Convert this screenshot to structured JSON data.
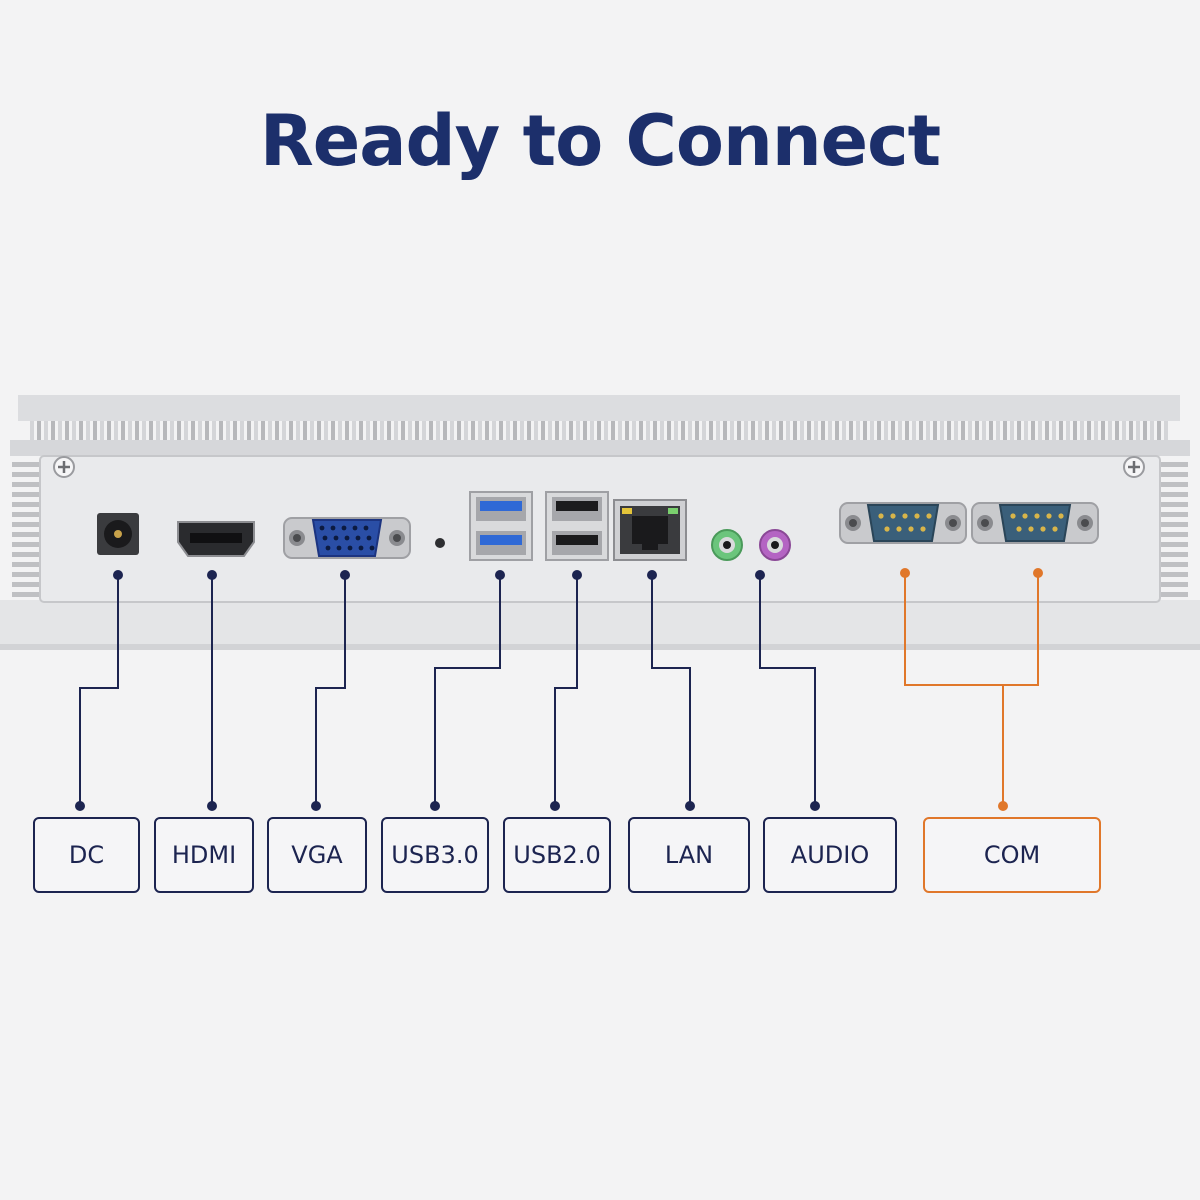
{
  "title": "Ready to Connect",
  "colors": {
    "title": "#1c2f6b",
    "connector_line": "#1c2450",
    "com_accent": "#e0772a",
    "background": "#f3f3f4"
  },
  "ports": [
    {
      "id": "dc",
      "label": "DC"
    },
    {
      "id": "hdmi",
      "label": "HDMI"
    },
    {
      "id": "vga",
      "label": "VGA"
    },
    {
      "id": "usb3",
      "label": "USB3.0"
    },
    {
      "id": "usb2",
      "label": "USB2.0"
    },
    {
      "id": "lan",
      "label": "LAN"
    },
    {
      "id": "audio",
      "label": "AUDIO"
    },
    {
      "id": "com",
      "label": "COM"
    }
  ]
}
